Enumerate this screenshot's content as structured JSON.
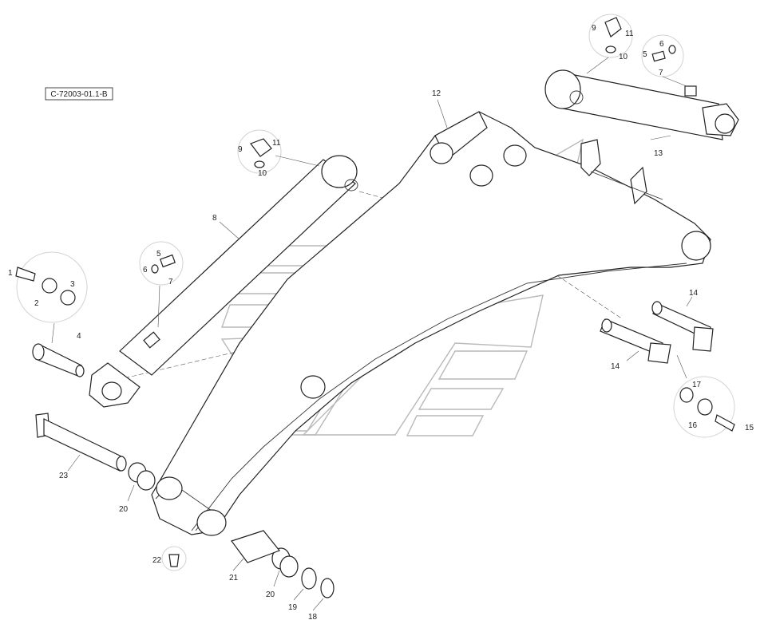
{
  "drawing_ref": "C-72003-01.1-B",
  "callouts": [
    {
      "label": "1"
    },
    {
      "label": "2"
    },
    {
      "label": "3"
    },
    {
      "label": "4"
    },
    {
      "label": "5"
    },
    {
      "label": "6"
    },
    {
      "label": "7"
    },
    {
      "label": "8"
    },
    {
      "label": "9"
    },
    {
      "label": "10"
    },
    {
      "label": "11"
    },
    {
      "label": "12"
    },
    {
      "label": "9"
    },
    {
      "label": "11"
    },
    {
      "label": "10"
    },
    {
      "label": "6"
    },
    {
      "label": "5"
    },
    {
      "label": "7"
    },
    {
      "label": "13"
    },
    {
      "label": "14"
    },
    {
      "label": "14"
    },
    {
      "label": "17"
    },
    {
      "label": "16"
    },
    {
      "label": "15"
    },
    {
      "label": "23"
    },
    {
      "label": "20"
    },
    {
      "label": "22"
    },
    {
      "label": "21"
    },
    {
      "label": "20"
    },
    {
      "label": "19"
    },
    {
      "label": "18"
    }
  ]
}
